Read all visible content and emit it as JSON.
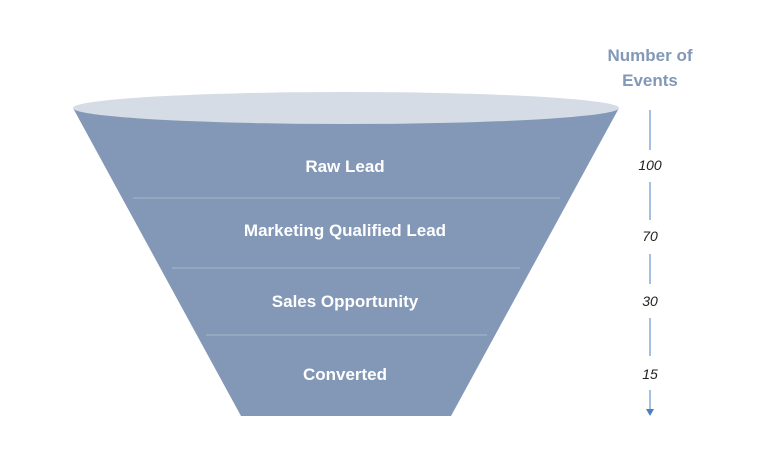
{
  "header": {
    "line1": "Number of",
    "line2": "Events"
  },
  "stages": [
    {
      "label": "Raw Lead",
      "count": "100"
    },
    {
      "label": "Marketing Qualified Lead",
      "count": "70"
    },
    {
      "label": "Sales Opportunity",
      "count": "30"
    },
    {
      "label": "Converted",
      "count": "15"
    }
  ],
  "colors": {
    "funnel_body": "#8298b6",
    "funnel_rim": "#d5dce6",
    "divider": "#a7b7cb",
    "axis": "#4a7fc1",
    "header_text": "#8298b6",
    "stage_text": "#ffffff",
    "count_text": "#222222"
  }
}
